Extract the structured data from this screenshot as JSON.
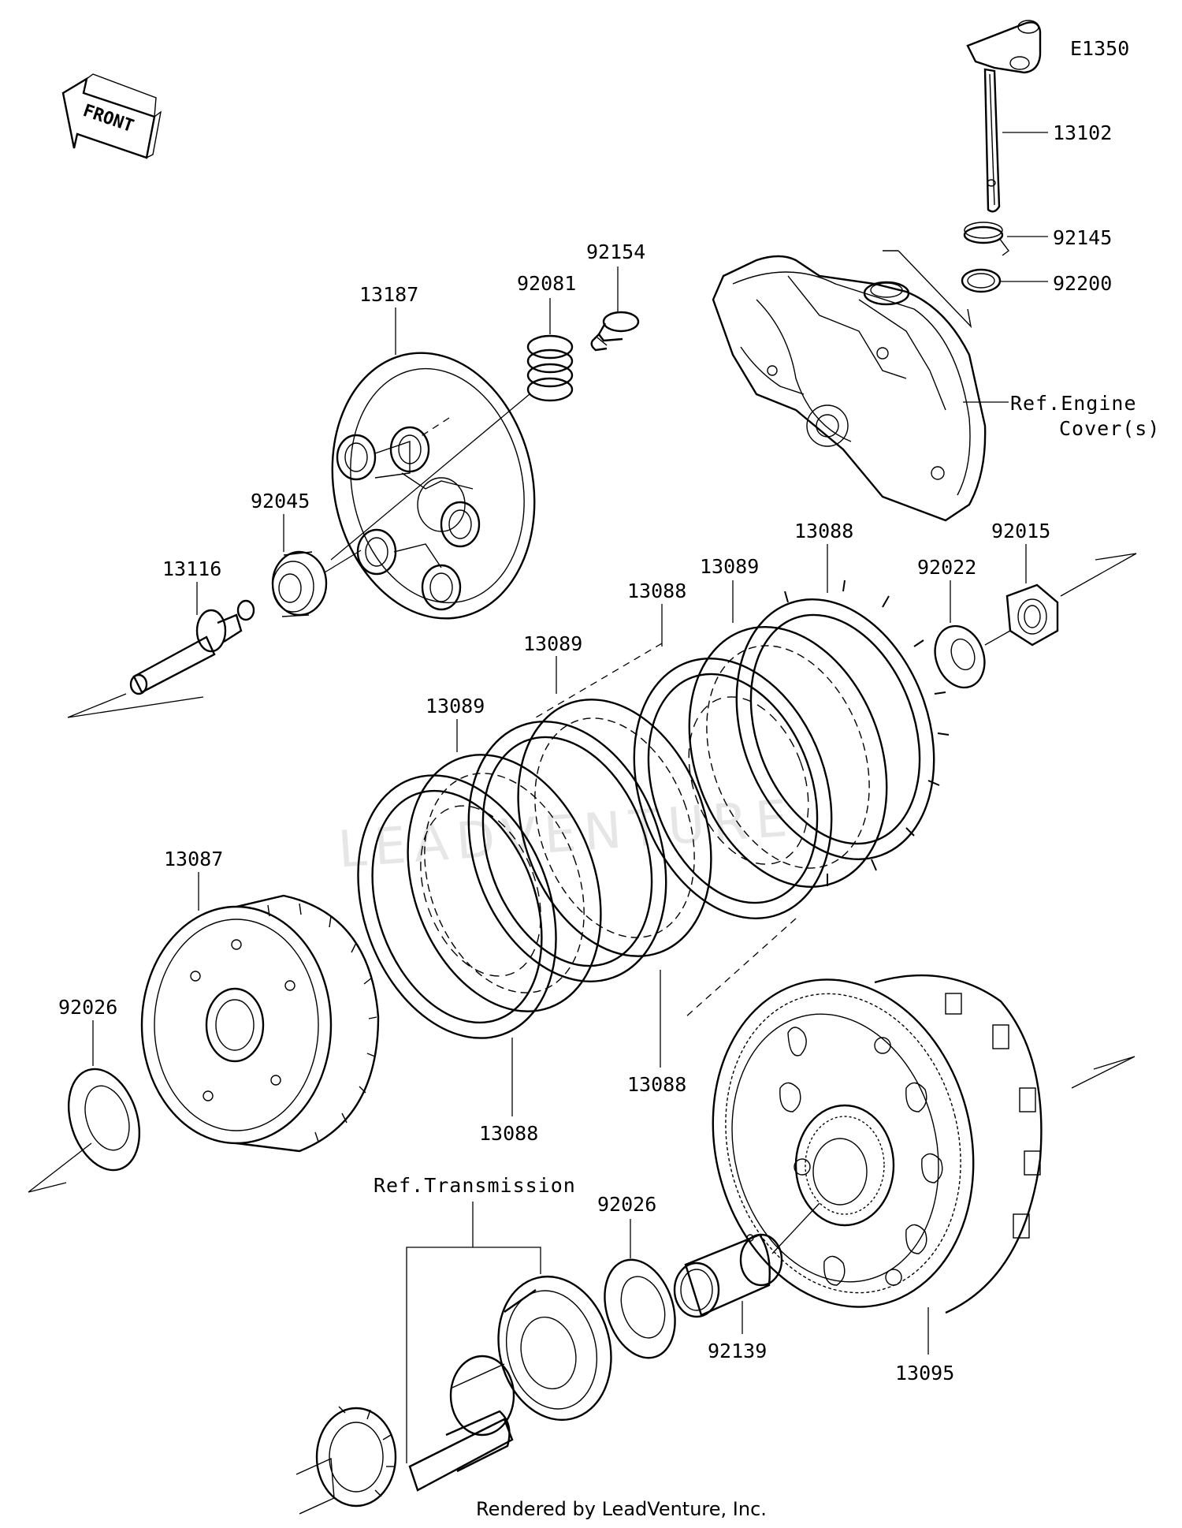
{
  "diagram_id": "E1350",
  "front_marker": "FRONT",
  "part_labels": {
    "p13102": "13102",
    "p92145": "92145",
    "p92200": "92200",
    "p92154": "92154",
    "p92081": "92081",
    "p13187": "13187",
    "p92045": "92045",
    "p13116": "13116",
    "p13088_a": "13088",
    "p92015": "92015",
    "p92022": "92022",
    "p13089_a": "13089",
    "p13088_b": "13088",
    "p13089_b": "13089",
    "p13089_c": "13089",
    "p13087": "13087",
    "p92026_a": "92026",
    "p13088_c": "13088",
    "p13088_d": "13088",
    "p92026_b": "92026",
    "p92139": "92139",
    "p13095": "13095"
  },
  "refs": {
    "engine_cover_line1": "Ref.Engine",
    "engine_cover_line2": "Cover(s)",
    "transmission": "Ref.Transmission"
  },
  "watermark": "LEADVENTURE",
  "credit": "Rendered by LeadVenture, Inc."
}
